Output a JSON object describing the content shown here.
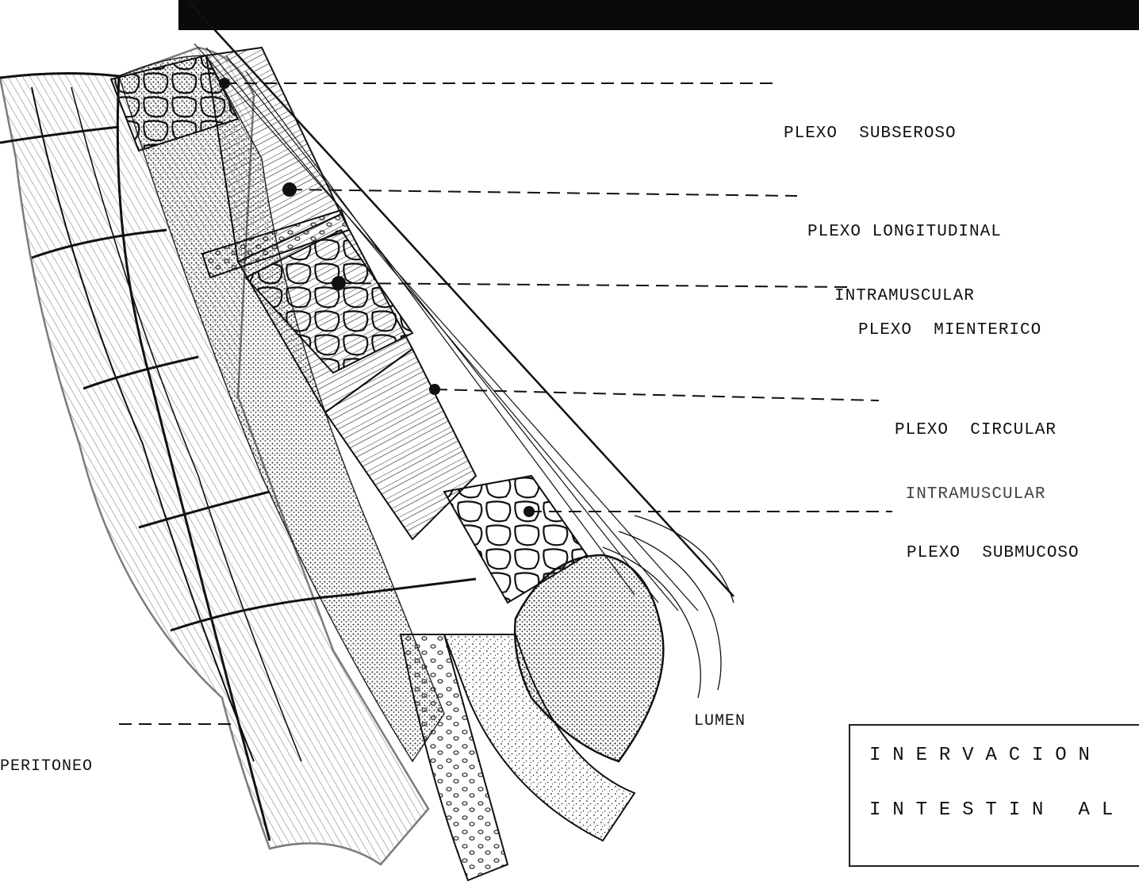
{
  "labels": {
    "plexo_subseroso": "PLEXO  SUBSEROSO",
    "plexo_longitudinal": [
      "PLEXO LONGITUDINAL",
      "INTRAMUSCULAR"
    ],
    "plexo_mienterico": "PLEXO  MIENTERICO",
    "plexo_circular": [
      "PLEXO  CIRCULAR",
      "INTRAMUSCULAR"
    ],
    "plexo_submucoso": "PLEXO  SUBMUCOSO",
    "lumen": "LUMEN",
    "peritoneo": "PERITONEO"
  },
  "title": {
    "line1": "INERVACION",
    "line2": "INTESTIN AL"
  }
}
